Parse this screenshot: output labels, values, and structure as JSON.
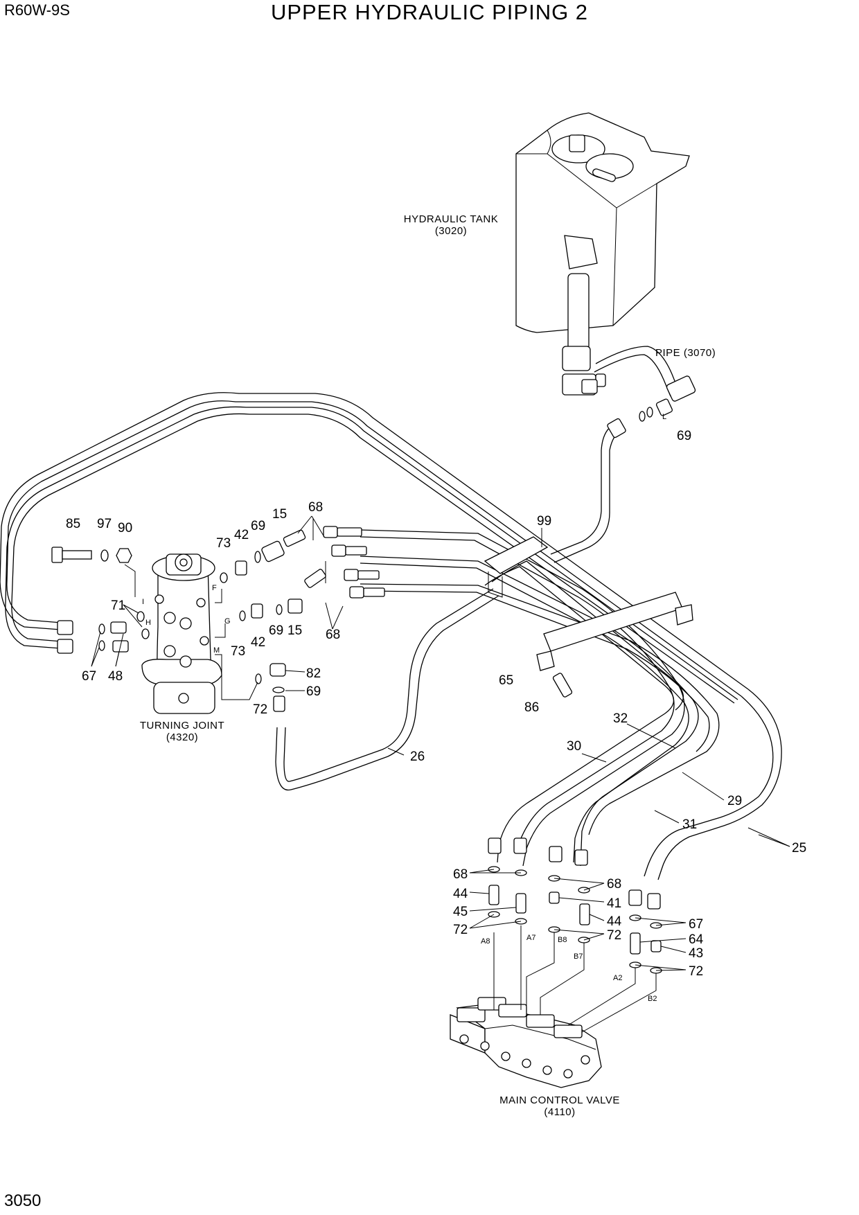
{
  "header": {
    "model": "R60W-9S",
    "title": "UPPER HYDRAULIC PIPING 2",
    "page_number": "3050"
  },
  "components": {
    "hydraulic_tank": {
      "name": "HYDRAULIC TANK",
      "code": "(3020)"
    },
    "pipe": {
      "name": "PIPE (3070)"
    },
    "turning_joint": {
      "name": "TURNING JOINT",
      "code": "(4320)"
    },
    "main_control_valve": {
      "name": "MAIN CONTROL VALVE",
      "code": "(4110)"
    }
  },
  "callouts": [
    {
      "id": "c1",
      "text": "69"
    },
    {
      "id": "c2",
      "text": "99"
    },
    {
      "id": "c3",
      "text": "85"
    },
    {
      "id": "c4",
      "text": "97"
    },
    {
      "id": "c5",
      "text": "90"
    },
    {
      "id": "c6",
      "text": "73"
    },
    {
      "id": "c7",
      "text": "42"
    },
    {
      "id": "c8",
      "text": "69"
    },
    {
      "id": "c9",
      "text": "15"
    },
    {
      "id": "c10",
      "text": "68"
    },
    {
      "id": "c11",
      "text": "71"
    },
    {
      "id": "c12",
      "text": "67"
    },
    {
      "id": "c13",
      "text": "48"
    },
    {
      "id": "c14",
      "text": "69"
    },
    {
      "id": "c15",
      "text": "15"
    },
    {
      "id": "c16",
      "text": "68"
    },
    {
      "id": "c17",
      "text": "73"
    },
    {
      "id": "c18",
      "text": "42"
    },
    {
      "id": "c19",
      "text": "82"
    },
    {
      "id": "c20",
      "text": "69"
    },
    {
      "id": "c21",
      "text": "72"
    },
    {
      "id": "c22",
      "text": "65"
    },
    {
      "id": "c23",
      "text": "86"
    },
    {
      "id": "c24",
      "text": "32"
    },
    {
      "id": "c25",
      "text": "30"
    },
    {
      "id": "c26",
      "text": "26"
    },
    {
      "id": "c27",
      "text": "29"
    },
    {
      "id": "c28",
      "text": "31"
    },
    {
      "id": "c29",
      "text": "25"
    },
    {
      "id": "c30",
      "text": "68"
    },
    {
      "id": "c31",
      "text": "68"
    },
    {
      "id": "c32",
      "text": "44"
    },
    {
      "id": "c33",
      "text": "41"
    },
    {
      "id": "c34",
      "text": "45"
    },
    {
      "id": "c35",
      "text": "44"
    },
    {
      "id": "c36",
      "text": "72"
    },
    {
      "id": "c37",
      "text": "72"
    },
    {
      "id": "c38",
      "text": "67"
    },
    {
      "id": "c39",
      "text": "64"
    },
    {
      "id": "c40",
      "text": "43"
    },
    {
      "id": "c41",
      "text": "72"
    }
  ],
  "port_labels": [
    {
      "id": "p1",
      "text": "L"
    },
    {
      "id": "p2",
      "text": "F"
    },
    {
      "id": "p3",
      "text": "I"
    },
    {
      "id": "p4",
      "text": "H"
    },
    {
      "id": "p5",
      "text": "G"
    },
    {
      "id": "p6",
      "text": "M"
    },
    {
      "id": "p7",
      "text": "A8"
    },
    {
      "id": "p8",
      "text": "A7"
    },
    {
      "id": "p9",
      "text": "B8"
    },
    {
      "id": "p10",
      "text": "B7"
    },
    {
      "id": "p11",
      "text": "A2"
    },
    {
      "id": "p12",
      "text": "B2"
    }
  ]
}
